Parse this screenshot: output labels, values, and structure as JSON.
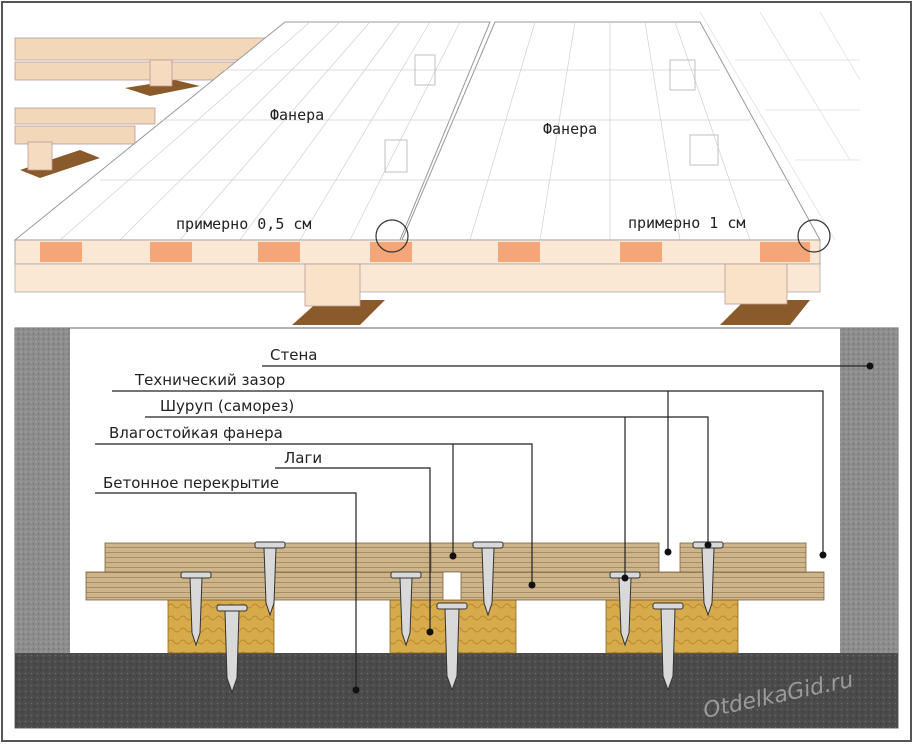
{
  "top": {
    "sheet_left_label": "Фанера",
    "sheet_right_label": "Фанера",
    "gap_left_label": "примерно 0,5 см",
    "gap_right_label": "примерно 1 см"
  },
  "bottom": {
    "labels": [
      "Стена",
      "Технический зазор",
      "Шуруп (саморез)",
      "Влагостойкая фанера",
      "Лаги",
      "Бетонное перекрытие"
    ]
  },
  "watermark": "OtdelkaGid.ru",
  "colors": {
    "plywood_edge": "#f4a678",
    "joist_wood": "#d6a84a",
    "plank_wood": "#c9b087",
    "concrete": "#4a4a4a",
    "wall": "#8a8a8a"
  }
}
